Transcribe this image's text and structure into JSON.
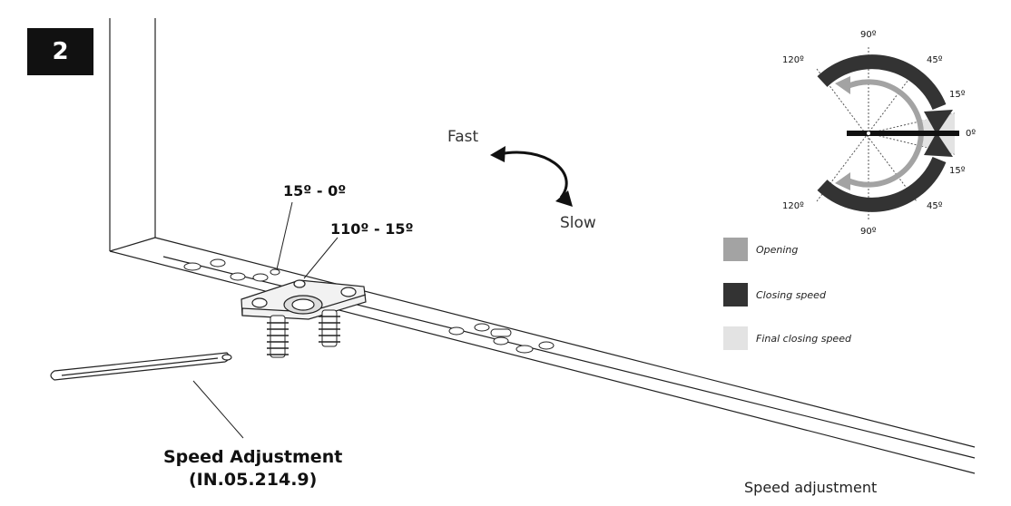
{
  "step_number": "2",
  "labels": {
    "fast": "Fast",
    "slow": "Slow",
    "final_range": "15º - 0º",
    "closing_range": "110º - 15º",
    "tool_name": "Speed Adjustment",
    "tool_code": "(IN.05.214.9)",
    "caption": "Speed adjustment"
  },
  "dial": {
    "angles_top": {
      "a90": "90º",
      "a120": "120º",
      "a45": "45º",
      "a15": "15º",
      "a0": "0º"
    },
    "angles_bottom": {
      "a15": "15º",
      "a120": "120º",
      "a45": "45º",
      "a90": "90º"
    }
  },
  "legend": [
    {
      "label": "Opening",
      "color": "#a3a3a3"
    },
    {
      "label": "Closing speed",
      "color": "#333333"
    },
    {
      "label": "Final closing speed",
      "color": "#e3e3e3"
    }
  ]
}
